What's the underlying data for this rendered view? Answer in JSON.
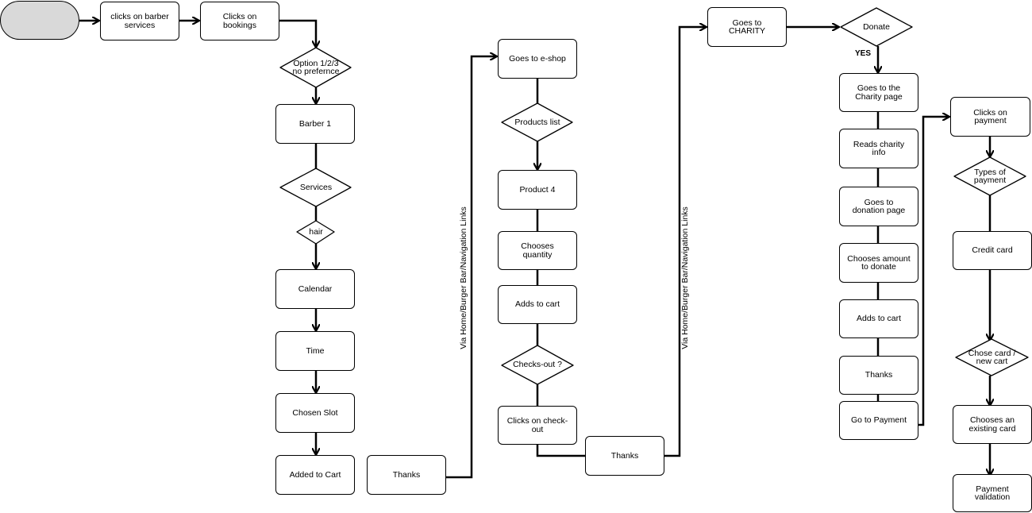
{
  "nodes": {
    "start": "",
    "barber_services": "clicks on barber\nservices",
    "bookings": "Clicks on\nbookings",
    "option": "Option 1/2/3\nno prefernce",
    "barber1": "Barber 1",
    "services": "Services",
    "hair": "hair",
    "calendar": "Calendar",
    "time": "Time",
    "chosen_slot": "Chosen Slot",
    "added_cart": "Added to Cart",
    "thanks1": "Thanks",
    "eshop": "Goes to e-shop",
    "products_list": "Products list",
    "product4": "Product 4",
    "quantity": "Chooses\nquantity",
    "adds_cart1": "Adds to cart",
    "checkouts": "Checks-out ?",
    "clicks_checkout": "Clicks on check-\nout",
    "thanks2": "Thanks",
    "charity": "Goes to\nCHARITY",
    "donate": "Donate",
    "charity_page": "Goes to the\nCharity page",
    "reads_info": "Reads charity\ninfo",
    "donation_page": "Goes to\ndonation page",
    "amount": "Chooses amount\nto donate",
    "adds_cart2": "Adds to cart",
    "thanks3": "Thanks",
    "go_payment": "Go to Payment",
    "clicks_payment": "Clicks on\npayment",
    "types_payment": "Types of\npayment",
    "credit_card": "Credit card",
    "chose_card": "Chose card /\nnew cart",
    "existing_card": "Chooses an\nexisting card",
    "validation": "Payment\nvalidation"
  },
  "labels": {
    "yes": "YES",
    "nav1": "Via Home/Burger Bar/Navigation Links",
    "nav2": "Via Home/Burger Bar/Navigation Links"
  }
}
